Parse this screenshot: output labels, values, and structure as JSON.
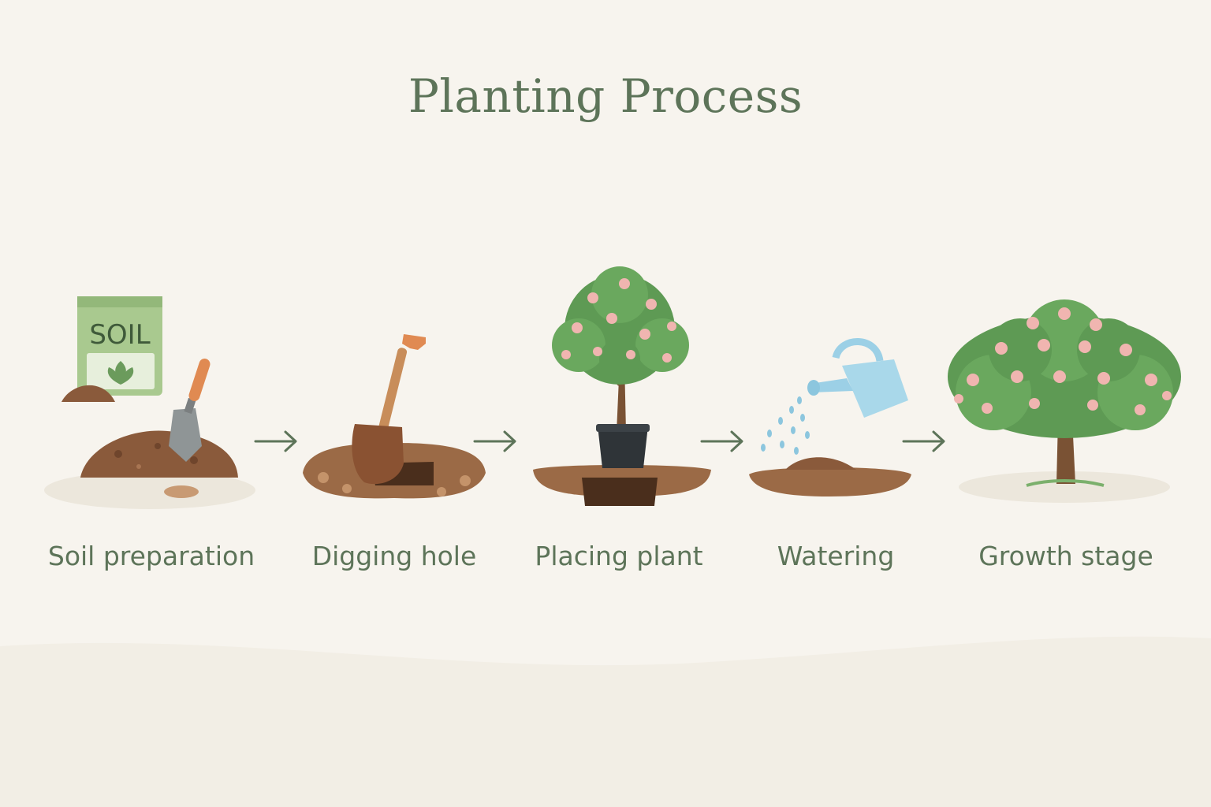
{
  "title": "Planting Process",
  "steps": [
    {
      "label": "Soil preparation",
      "icon": "soil-bag-trowel-icon"
    },
    {
      "label": "Digging hole",
      "icon": "shovel-hole-icon"
    },
    {
      "label": "Placing plant",
      "icon": "potted-tree-icon"
    },
    {
      "label": "Watering",
      "icon": "watering-can-icon"
    },
    {
      "label": "Growth stage",
      "icon": "grown-tree-icon"
    }
  ],
  "bag_text": "SOIL",
  "colors": {
    "title": "#5d7459",
    "label": "#5d7459",
    "arrow": "#5d7459",
    "background": "#f7f4ee",
    "soil": "#8a5a3b",
    "foliage": "#5e9a54",
    "blossom": "#f0b5b0",
    "water": "#9cd0e6"
  }
}
